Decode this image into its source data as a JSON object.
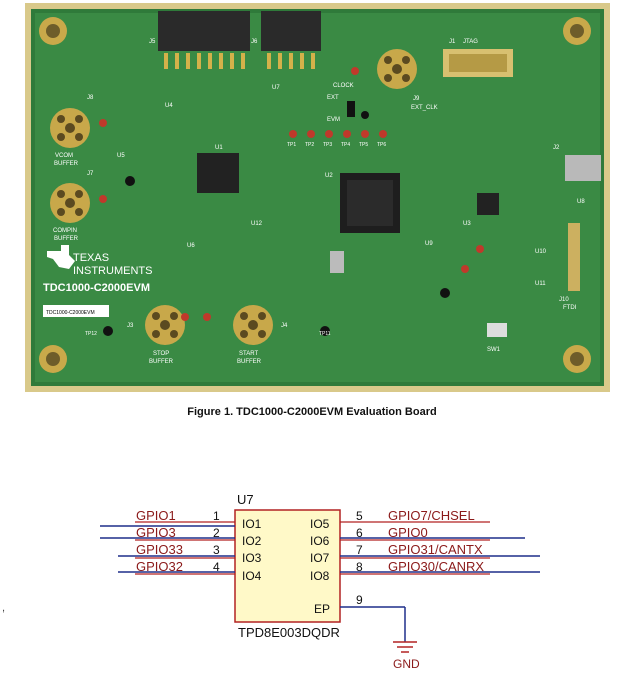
{
  "figure": {
    "caption": "Figure 1. TDC1000-C2000EVM Evaluation Board"
  },
  "board": {
    "brand_line1": "TEXAS",
    "brand_line2": "INSTRUMENTS",
    "model": "TDC1000-C2000EVM",
    "model_sticker": "TDC1000-C2000EVM",
    "connectors": {
      "j5": "J5",
      "j6": "J6",
      "j1": "J1",
      "j1_name": "JTAG",
      "j8": "J8",
      "j7": "J7",
      "j9": "J9",
      "j9_name": "EXT_CLK",
      "j2": "J2",
      "j10": "J10",
      "j10_name": "FTDI",
      "j3": "J3",
      "j4": "J4"
    },
    "labels": {
      "vcom": "VCOM",
      "vcom_buffer": "BUFFER",
      "compin": "COMPIN",
      "compin_buffer": "BUFFER",
      "stop": "STOP",
      "stop_buffer": "BUFFER",
      "start": "START",
      "start_buffer": "BUFFER",
      "clock": "CLOCK",
      "ext": "EXT",
      "evm": "EVM",
      "u1": "U1",
      "u2": "U2",
      "u3": "U3",
      "u4": "U4",
      "u5": "U5",
      "u6": "U6",
      "u7": "U7",
      "u8": "U8",
      "u9": "U9",
      "u10": "U10",
      "u11": "U11",
      "u12": "U12",
      "sw1": "SW1",
      "tp1": "TP1",
      "tp2": "TP2",
      "tp3": "TP3",
      "tp4": "TP4",
      "tp5": "TP5",
      "tp6": "TP6",
      "tp11": "TP11",
      "tp12": "TP12"
    }
  },
  "schematic": {
    "ref": "U7",
    "part": "TPD8E003DQDR",
    "gnd": "GND",
    "pins": [
      {
        "net": "GPIO1",
        "num": "1",
        "name": "IO1"
      },
      {
        "net": "GPIO3",
        "num": "2",
        "name": "IO2"
      },
      {
        "net": "GPIO33",
        "num": "3",
        "name": "IO3"
      },
      {
        "net": "GPIO32",
        "num": "4",
        "name": "IO4"
      },
      {
        "net": "GPIO7/CHSEL",
        "num": "5",
        "name": "IO5"
      },
      {
        "net": "GPIO0",
        "num": "6",
        "name": "IO6"
      },
      {
        "net": "GPIO31/CANTX",
        "num": "7",
        "name": "IO7"
      },
      {
        "net": "GPIO30/CANRX",
        "num": "8",
        "name": "IO8"
      },
      {
        "net": "",
        "num": "9",
        "name": "EP"
      }
    ]
  },
  "stray_mark": ","
}
